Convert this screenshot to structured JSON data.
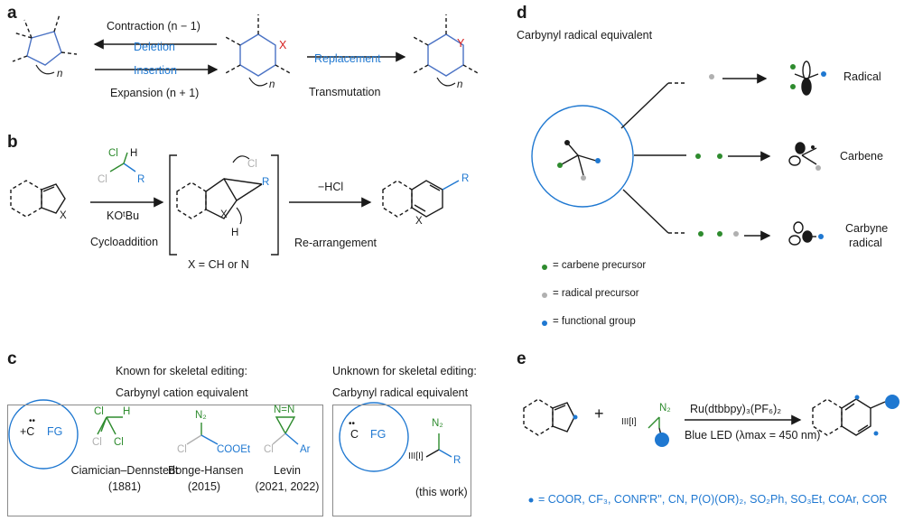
{
  "panel_labels": {
    "a": "a",
    "b": "b",
    "c": "c",
    "d": "d",
    "e": "e"
  },
  "panel_a": {
    "contraction": "Contraction (n − 1)",
    "deletion": "Deletion",
    "insertion": "Insertion",
    "expansion": "Expansion (n + 1)",
    "replacement": "Replacement",
    "transmutation": "Transmutation",
    "atom_x": "X",
    "atom_y": "Y",
    "ring_n": "n"
  },
  "panel_b": {
    "reagent_cl1": "Cl",
    "reagent_h": "H",
    "reagent_cl2": "Cl",
    "reagent_r": "R",
    "base": "KOᵗBu",
    "cycloaddition": "Cycloaddition",
    "int_cl": "Cl",
    "int_r": "R",
    "int_x": "X",
    "int_h": "H",
    "x_def": "X = CH or N",
    "minus_hcl": "−HCl",
    "rearrangement": "Re-arrangement",
    "sm_x": "X",
    "prod_x": "X",
    "prod_r": "R"
  },
  "panel_c": {
    "known_title1": "Known for skeletal editing:",
    "known_title2": "Carbynyl cation equivalent",
    "unknown_title1": "Unknown for skeletal editing:",
    "unknown_title2": "Carbynyl radical equivalent",
    "cation_symbol": "+C",
    "fg": "FG",
    "radical_symbol": "C",
    "cd_cl1": "Cl",
    "cd_h": "H",
    "cd_cl2": "Cl",
    "cd_cl3": "Cl",
    "cd_name": "Ciamician–Dennstedt",
    "cd_year": "(1881)",
    "bh_n2": "N₂",
    "bh_cl": "Cl",
    "bh_ester": "COOEt",
    "bh_name": "Bonge-Hansen",
    "bh_year": "(2015)",
    "lv_nn": "N=N",
    "lv_cl": "Cl",
    "lv_ar": "Ar",
    "lv_name": "Levin",
    "lv_year": "(2021, 2022)",
    "tw_n2": "N₂",
    "tw_i": "III[I]",
    "tw_r": "R",
    "this_work": "(this work)"
  },
  "panel_d": {
    "title": "Carbynyl radical equivalent",
    "radical": "Radical",
    "carbene": "Carbene",
    "carbyne1": "Carbyne",
    "carbyne2": "radical",
    "legend_carbene": "= carbene precursor",
    "legend_radical": "= radical precursor",
    "legend_fg": "= functional group"
  },
  "panel_e": {
    "plus": "+",
    "reagent_n2": "N₂",
    "reagent_i": "III[I]",
    "catalyst": "Ru(dtbbpy)₃(PF₆)₂",
    "light": "Blue LED (λmax = 450 nm)",
    "fg_list": "= COOR, CF₃, CONR'R'', CN, P(O)(OR)₂, SO₂Ph, SO₃Et, COAr, COR"
  },
  "colors": {
    "blue": "#1f78d1",
    "green": "#2e8b2e",
    "grey": "#b0b0b0",
    "red": "#d62020",
    "ring_blue": "#4a72c4"
  }
}
